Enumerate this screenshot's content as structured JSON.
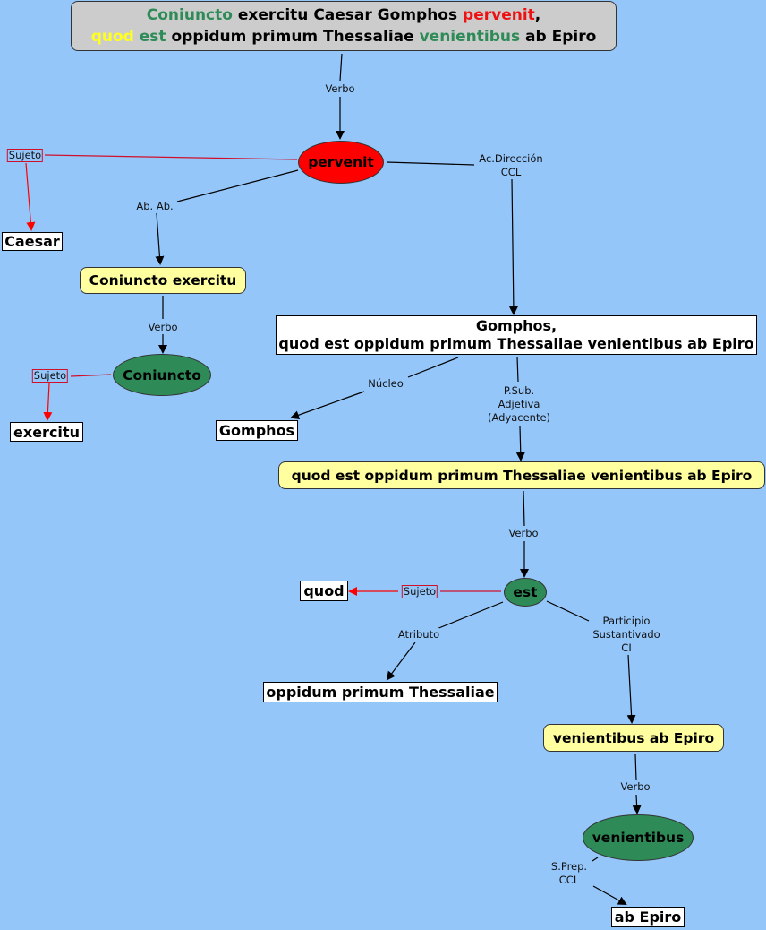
{
  "title": {
    "line1": [
      {
        "text": "Coniuncto",
        "color": "green"
      },
      {
        "text": " exercitu Caesar Gomphos ",
        "color": "black"
      },
      {
        "text": "pervenit",
        "color": "red"
      },
      {
        "text": ",",
        "color": "black"
      }
    ],
    "line2": [
      {
        "text": "quod",
        "color": "yellow"
      },
      {
        "text": " est",
        "color": "green"
      },
      {
        "text": " oppidum primum Thessaliae ",
        "color": "black"
      },
      {
        "text": "venientibus",
        "color": "green"
      },
      {
        "text": " ab Epiro",
        "color": "black"
      }
    ]
  },
  "nodes": {
    "pervenit": "pervenit",
    "caesar": "Caesar",
    "coniuncto_exercitu": "Coniuncto exercitu",
    "coniuncto": "Coniuncto",
    "exercitu": "exercitu",
    "gomphos_full_line1": "Gomphos,",
    "gomphos_full_line2": "quod est oppidum primum Thessaliae venientibus ab Epiro",
    "gomphos": "Gomphos",
    "quod_clause": "quod est oppidum primum Thessaliae venientibus ab Epiro",
    "est": "est",
    "quod": "quod",
    "oppidum": "oppidum primum Thessaliae",
    "venientibus_ab_epiro": "venientibus ab Epiro",
    "venientibus": "venientibus",
    "ab_epiro": "ab Epiro"
  },
  "labels": {
    "verbo1": "Verbo",
    "sujeto1": "Sujeto",
    "ab_ab": "Ab. Ab.",
    "ac_direccion": [
      "Ac.Dirección",
      "CCL"
    ],
    "verbo2": "Verbo",
    "sujeto2": "Sujeto",
    "nucleo": "Núcleo",
    "psub": [
      "P.Sub.",
      "Adjetiva",
      "(Adyacente)"
    ],
    "verbo3": "Verbo",
    "sujeto3": "Sujeto",
    "atributo": "Atributo",
    "participio": [
      "Participio",
      "Sustantivado",
      "CI"
    ],
    "verbo4": "Verbo",
    "sprep": [
      "S.Prep.",
      "CCL"
    ]
  },
  "colors": {
    "background": "#94c6fa",
    "verb_main": "#ff0000",
    "verb_sub": "#2e8b57",
    "phrase_fill": "#ffffa0",
    "subject_link": "#d0102a"
  }
}
